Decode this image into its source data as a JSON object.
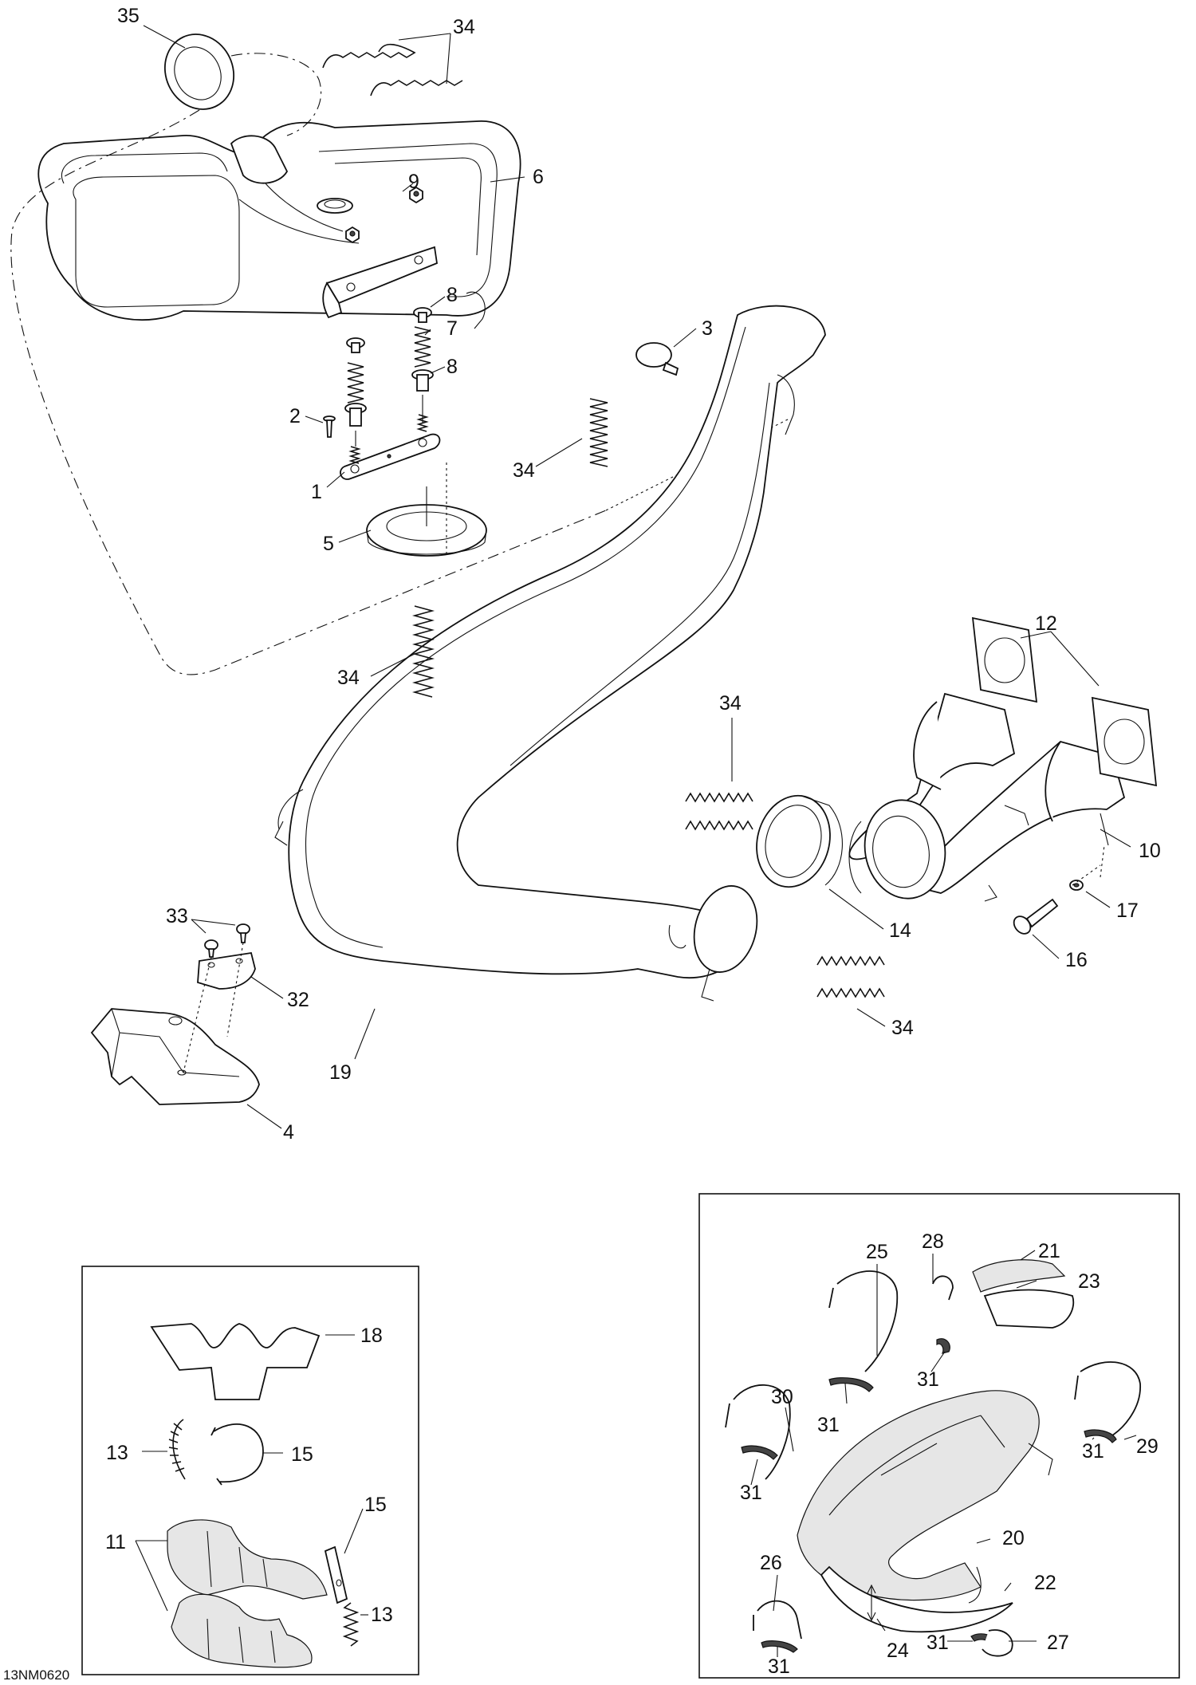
{
  "callouts": [
    {
      "id": "c35a",
      "text": "35"
    },
    {
      "id": "c34a",
      "text": "34"
    },
    {
      "id": "c6",
      "text": "6"
    },
    {
      "id": "c9",
      "text": "9"
    },
    {
      "id": "c8a",
      "text": "8"
    },
    {
      "id": "c7",
      "text": "7"
    },
    {
      "id": "c8b",
      "text": "8"
    },
    {
      "id": "c3",
      "text": "3"
    },
    {
      "id": "c2",
      "text": "2"
    },
    {
      "id": "c1",
      "text": "1"
    },
    {
      "id": "c34b",
      "text": "34"
    },
    {
      "id": "c5",
      "text": "5"
    },
    {
      "id": "c34c",
      "text": "34"
    },
    {
      "id": "c12",
      "text": "12"
    },
    {
      "id": "c34d",
      "text": "34"
    },
    {
      "id": "c10",
      "text": "10"
    },
    {
      "id": "c17",
      "text": "17"
    },
    {
      "id": "c14",
      "text": "14"
    },
    {
      "id": "c16",
      "text": "16"
    },
    {
      "id": "c33",
      "text": "33"
    },
    {
      "id": "c32",
      "text": "32"
    },
    {
      "id": "c34e",
      "text": "34"
    },
    {
      "id": "c19",
      "text": "19"
    },
    {
      "id": "c4",
      "text": "4"
    },
    {
      "id": "c28",
      "text": "28"
    },
    {
      "id": "c21",
      "text": "21"
    },
    {
      "id": "c25",
      "text": "25"
    },
    {
      "id": "c23",
      "text": "23"
    },
    {
      "id": "c31a",
      "text": "31"
    },
    {
      "id": "c30",
      "text": "30"
    },
    {
      "id": "c31b",
      "text": "31"
    },
    {
      "id": "c29",
      "text": "29"
    },
    {
      "id": "c31c",
      "text": "31"
    },
    {
      "id": "c31d",
      "text": "31"
    },
    {
      "id": "c20",
      "text": "20"
    },
    {
      "id": "c26",
      "text": "26"
    },
    {
      "id": "c22",
      "text": "22"
    },
    {
      "id": "c24",
      "text": "24"
    },
    {
      "id": "c31e",
      "text": "31"
    },
    {
      "id": "c27",
      "text": "27"
    },
    {
      "id": "c31f",
      "text": "31"
    },
    {
      "id": "c18",
      "text": "18"
    },
    {
      "id": "c13a",
      "text": "13"
    },
    {
      "id": "c15a",
      "text": "15"
    },
    {
      "id": "c15b",
      "text": "15"
    },
    {
      "id": "c11",
      "text": "11"
    },
    {
      "id": "c13b",
      "text": "13"
    }
  ],
  "drawing_ref": "13NM0620"
}
